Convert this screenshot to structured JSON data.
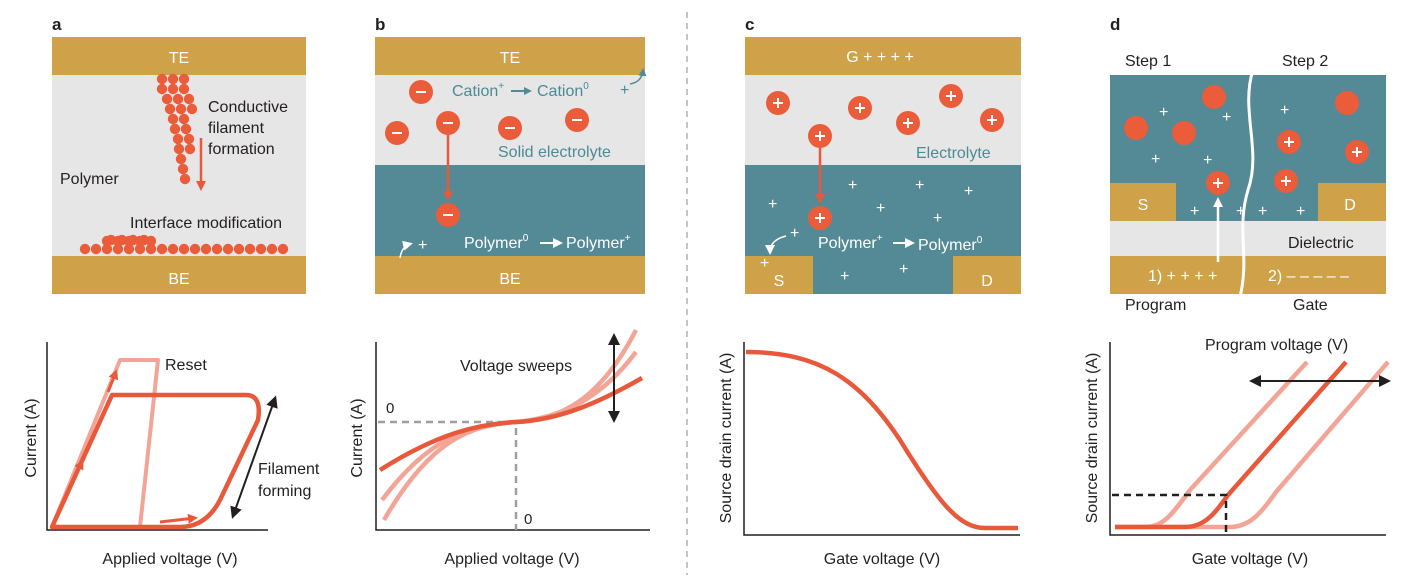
{
  "panels": {
    "a": {
      "letter": "a",
      "top_electrode": "TE",
      "bottom_electrode": "BE",
      "polymer": "Polymer",
      "filament_line1": "Conductive",
      "filament_line2": "filament",
      "filament_line3": "formation",
      "interface": "Interface modification",
      "plot": {
        "ylabel": "Current (A)",
        "xlabel": "Applied voltage (V)",
        "reset": "Reset",
        "forming_line1": "Filament",
        "forming_line2": "forming"
      }
    },
    "b": {
      "letter": "b",
      "top_electrode": "TE",
      "bottom_electrode": "BE",
      "cation_plus": "Cation",
      "cation_plus_sup": "+",
      "cation_zero": "Cation",
      "cation_zero_sup": "0",
      "electrolyte": "Solid electrolyte",
      "polymer_zero": "Polymer",
      "polymer_zero_sup": "0",
      "polymer_plus": "Polymer",
      "polymer_plus_sup": "+",
      "plot": {
        "ylabel": "Current (A)",
        "xlabel": "Applied voltage (V)",
        "sweeps": "Voltage sweeps",
        "zero_y": "0",
        "zero_x": "0"
      }
    },
    "c": {
      "letter": "c",
      "gate": "G + + + +",
      "electrolyte": "Electrolyte",
      "polymer_plus": "Polymer",
      "polymer_plus_sup": "+",
      "polymer_zero": "Polymer",
      "polymer_zero_sup": "0",
      "source": "S",
      "drain": "D",
      "plot": {
        "ylabel": "Source drain current (A)",
        "xlabel": "Gate voltage (V)"
      }
    },
    "d": {
      "letter": "d",
      "step1": "Step 1",
      "step2": "Step 2",
      "source": "S",
      "drain": "D",
      "dielectric": "Dielectric",
      "program_bias": "1) + + + +",
      "gate_bias": "2) – – – – –",
      "program": "Program",
      "gate": "Gate",
      "plot": {
        "ylabel": "Source drain current (A)",
        "xlabel": "Gate voltage (V)",
        "program_voltage": "Program voltage (V)"
      }
    }
  },
  "colors": {
    "electrode": "#cfa24a",
    "polymer_gray": "#e6e6e6",
    "teal": "#538a96",
    "ion": "#ea5c3a",
    "curve": "#e8583a",
    "curve_light": "#f2a597",
    "axis": "#231f20",
    "divider": "#9e9e9e"
  }
}
